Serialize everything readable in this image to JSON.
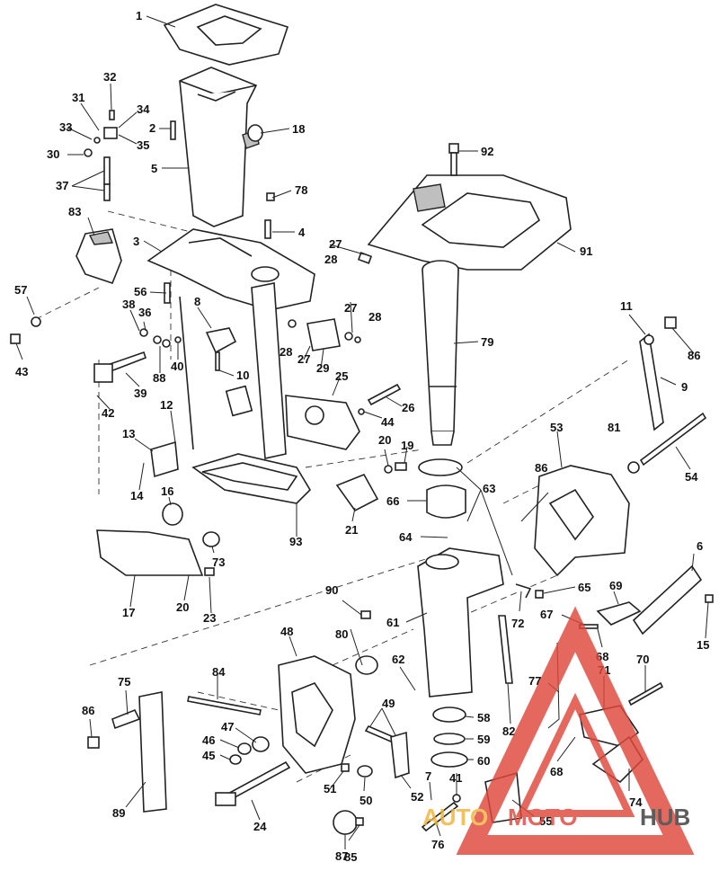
{
  "diagram": {
    "callouts": {
      "c1": "1",
      "c2": "2",
      "c3": "3",
      "c4": "4",
      "c5": "5",
      "c6": "6",
      "c7": "7",
      "c8": "8",
      "c9": "9",
      "c10": "10",
      "c11": "11",
      "c12": "12",
      "c13": "13",
      "c14": "14",
      "c15": "15",
      "c16": "16",
      "c17": "17",
      "c18": "18",
      "c19": "19",
      "c20a": "20",
      "c20b": "20",
      "c21": "21",
      "c23": "23",
      "c24": "24",
      "c25": "25",
      "c26": "26",
      "c27a": "27",
      "c27b": "27",
      "c27c": "27",
      "c28a": "28",
      "c28b": "28",
      "c28c": "28",
      "c29": "29",
      "c30": "30",
      "c31": "31",
      "c32": "32",
      "c33": "33",
      "c34": "34",
      "c35": "35",
      "c36": "36",
      "c37": "37",
      "c38": "38",
      "c39": "39",
      "c40": "40",
      "c41": "41",
      "c42": "42",
      "c43": "43",
      "c44": "44",
      "c45": "45",
      "c46": "46",
      "c47": "47",
      "c48": "48",
      "c49": "49",
      "c50": "50",
      "c51": "51",
      "c52": "52",
      "c53": "53",
      "c54": "54",
      "c55": "55",
      "c56": "56",
      "c57": "57",
      "c58": "58",
      "c59": "59",
      "c60": "60",
      "c61": "61",
      "c62": "62",
      "c63": "63",
      "c64": "64",
      "c65": "65",
      "c66": "66",
      "c67": "67",
      "c68a": "68",
      "c68b": "68",
      "c69": "69",
      "c70": "70",
      "c71": "71",
      "c72": "72",
      "c73": "73",
      "c74": "74",
      "c75": "75",
      "c76": "76",
      "c77": "77",
      "c78": "78",
      "c79": "79",
      "c80": "80",
      "c81": "81",
      "c82": "82",
      "c83": "83",
      "c84": "84",
      "c85": "85",
      "c86a": "86",
      "c86b": "86",
      "c86c": "86",
      "c87": "87",
      "c88": "88",
      "c89": "89",
      "c90": "90",
      "c91": "91",
      "c92": "92",
      "c93": "93"
    }
  },
  "watermark": {
    "part1": "AUTO",
    "part2": "MOTO",
    "part3": "HUB",
    "color_main": "#e0473c",
    "color_accent": "#f2b33d",
    "color_dark": "#3a3a3a"
  }
}
